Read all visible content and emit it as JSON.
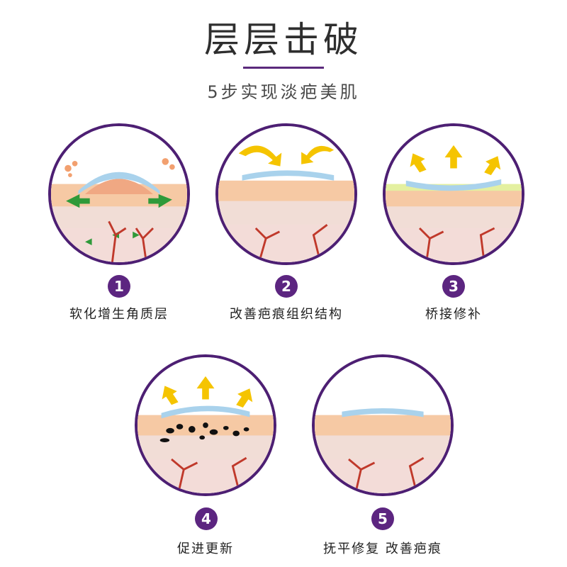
{
  "header": {
    "title": "层层击破",
    "subtitle": "5步实现淡疤美肌"
  },
  "colors": {
    "accent": "#5c2580",
    "ring": "#4d1f73",
    "skin_top": "#f6c9a4",
    "skin_mid": "#f3d9d0",
    "vessel": "#c0392b",
    "gel": "#a9d2ec",
    "arrow_yellow": "#f5c400",
    "arrow_green": "#2f9a3a"
  },
  "steps": [
    {
      "number": "1",
      "label": "软化增生角质层",
      "icon": "softening-illustration"
    },
    {
      "number": "2",
      "label": "改善疤痕组织结构",
      "icon": "restructure-illustration"
    },
    {
      "number": "3",
      "label": "桥接修补",
      "icon": "bridging-illustration"
    },
    {
      "number": "4",
      "label": "促进更新",
      "icon": "renewal-illustration"
    },
    {
      "number": "5",
      "label": "抚平修复 改善疤痕",
      "icon": "smoothing-illustration"
    }
  ]
}
